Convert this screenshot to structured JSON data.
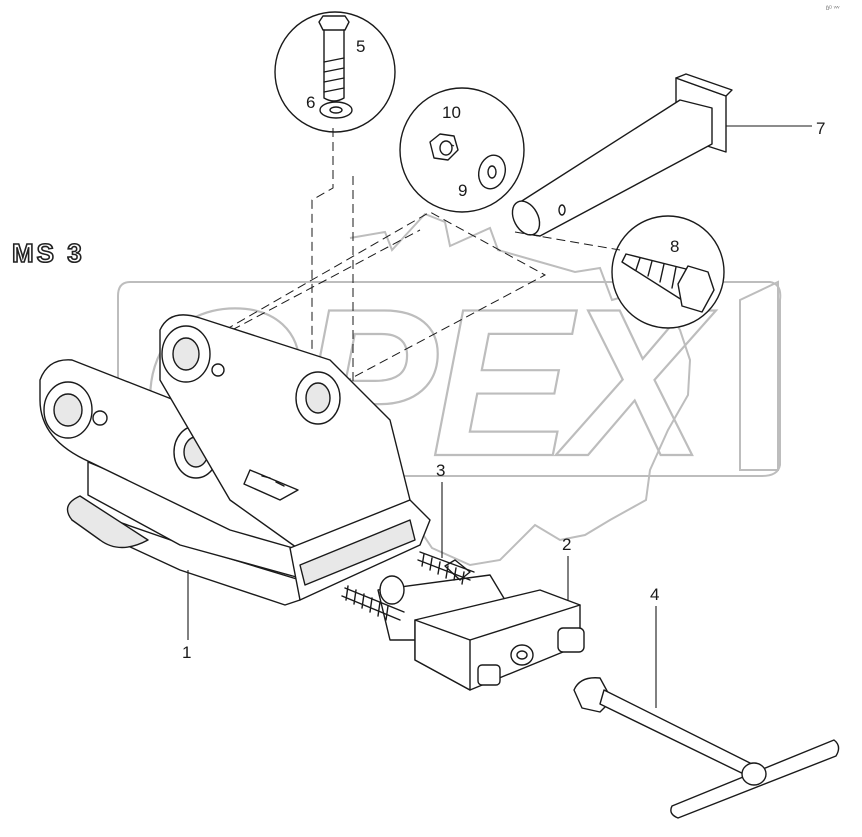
{
  "title": "MS 3",
  "corner_mark": "ɓᴰ ᵛᵛᵛ",
  "watermark_text": "OPEX",
  "parts": [
    {
      "id": "part-1",
      "number": "1"
    },
    {
      "id": "part-2",
      "number": "2"
    },
    {
      "id": "part-3",
      "number": "3"
    },
    {
      "id": "part-4",
      "number": "4"
    },
    {
      "id": "part-5",
      "number": "5"
    },
    {
      "id": "part-6",
      "number": "6"
    },
    {
      "id": "part-7",
      "number": "7"
    },
    {
      "id": "part-8",
      "number": "8"
    },
    {
      "id": "part-9",
      "number": "9"
    },
    {
      "id": "part-10",
      "number": "10"
    }
  ],
  "colors": {
    "line": "#1a1a1a",
    "watermark": "#bdbdbd",
    "background": "#ffffff"
  }
}
